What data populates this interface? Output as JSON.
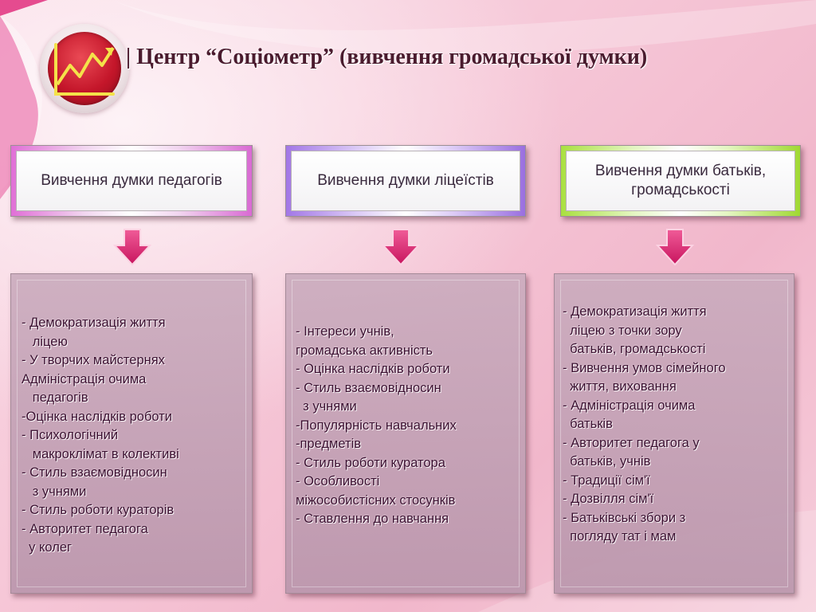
{
  "title": "| Центр “Соціометр” (вивчення громадської думки)",
  "columns": [
    {
      "header": "Вивчення думки педагогів",
      "items": [
        "- Демократизація життя",
        "   ліцею",
        "- У творчих майстернях",
        "Адміністрація очима",
        "   педагогів",
        "-Оцінка наслідків роботи",
        "- Психологічний",
        "   макроклімат в колективі",
        "- Стиль взаємовідносин",
        "   з учнями",
        "- Стиль роботи кураторів",
        "- Авторитет педагога",
        "  у колег"
      ]
    },
    {
      "header": "Вивчення думки ліцеїстів",
      "items": [
        "- Інтереси учнів,",
        "громадська активність",
        "- Оцінка наслідків роботи",
        "- Стиль взаємовідносин",
        "  з учнями",
        "-Популярність навчальних",
        "-предметів",
        "- Стиль роботи куратора",
        "- Особливості",
        "міжособистісних стосунків",
        "- Ставлення до навчання"
      ]
    },
    {
      "header": "Вивчення думки батьків, громадськості",
      "items": [
        "- Демократизація життя",
        "  ліцею з точки зору",
        "  батьків, громадськості",
        "- Вивчення умов сімейного",
        "  життя, виховання",
        "- Адміністрація очима",
        "  батьків",
        "- Авторитет педагога у",
        "  батьків, учнів",
        "- Традиції сім'ї",
        "- Дозвілля сім'ї",
        "- Батьківські збори з",
        "  погляду тат і мам"
      ]
    }
  ],
  "colors": {
    "header1_accent": "#e06fd6",
    "header2_accent": "#a277e6",
    "header3_accent": "#a9e040",
    "arrow": "#e0347d",
    "content_bg": "#c4a4b8",
    "text": "#3b0f30"
  },
  "icons": {
    "logo": "growth-chart-icon",
    "arrow": "arrow-down-icon"
  }
}
